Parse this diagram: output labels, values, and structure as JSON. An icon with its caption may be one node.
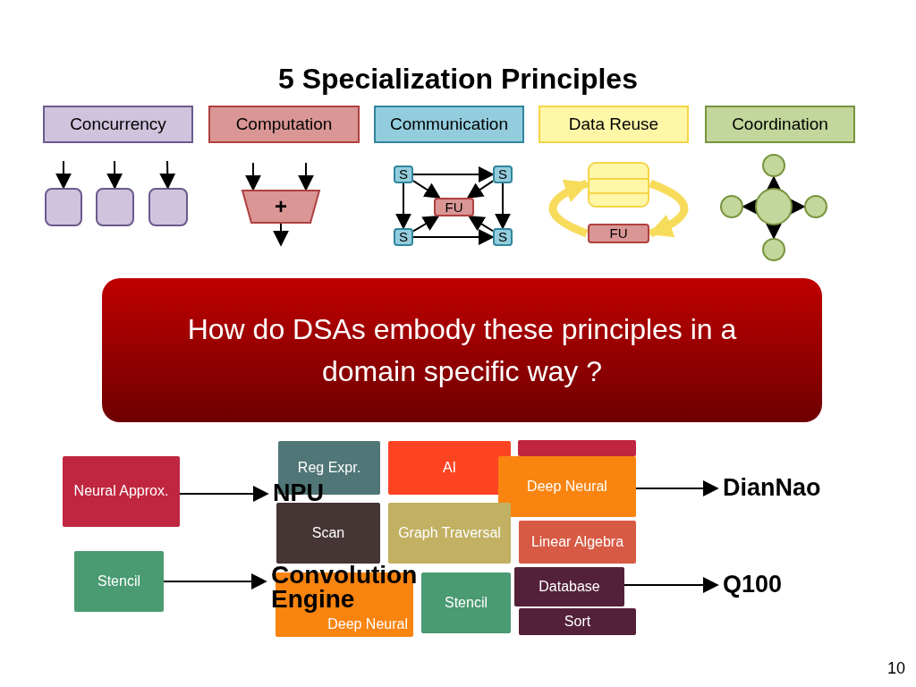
{
  "diagram": {
    "title": "5 Specialization Principles",
    "nodes": [
      {
        "text": [
          "Concurrency"
        ]
      },
      {
        "text": [
          "Computation"
        ]
      },
      {
        "text": [
          "Communication"
        ]
      },
      {
        "text": [
          "Data Reuse"
        ]
      },
      {
        "text": [
          "Coordination"
        ]
      },
      {
        "text": [],
        "shape": "box"
      },
      {
        "text": [],
        "shape": "box"
      },
      {
        "text": [],
        "shape": "box"
      },
      {
        "text": [
          "+"
        ]
      },
      {
        "text": [
          "S"
        ]
      },
      {
        "text": [
          "S"
        ]
      },
      {
        "text": [
          "FU"
        ]
      },
      {
        "text": [
          "S"
        ]
      },
      {
        "text": [
          "S"
        ]
      },
      {
        "text": [],
        "shape": "box"
      },
      {
        "text": [
          "FU"
        ]
      },
      {
        "text": [],
        "shape": "circle"
      },
      {
        "text": [],
        "shape": "circle"
      },
      {
        "text": [],
        "shape": "circle"
      },
      {
        "text": [],
        "shape": "circle"
      },
      {
        "text": [],
        "shape": "circle"
      },
      {
        "text": [
          "How do DSAs embody these principles in a domain specific way ?"
        ]
      },
      {
        "text": [
          "Neural Approx."
        ]
      },
      {
        "text": [
          "Reg Expr."
        ]
      },
      {
        "text": [
          "AI"
        ]
      },
      {
        "text": [],
        "shape": "box"
      },
      {
        "text": [
          "Deep Neural"
        ]
      },
      {
        "text": [
          "NPU"
        ]
      },
      {
        "text": [
          "DianNao"
        ]
      },
      {
        "text": [
          "Scan"
        ]
      },
      {
        "text": [
          "Graph Traversal"
        ]
      },
      {
        "text": [
          "Linear Algebra"
        ]
      },
      {
        "text": [
          "Stencil"
        ]
      },
      {
        "text": [
          "Convolution Engine"
        ]
      },
      {
        "text": [
          "Deep Neural"
        ]
      },
      {
        "text": [
          "Stencil"
        ]
      },
      {
        "text": [
          "Database"
        ]
      },
      {
        "text": [
          "Sort"
        ]
      },
      {
        "text": [
          "Q100"
        ]
      }
    ],
    "edges": [
      {
        "from": null,
        "to": 5,
        "arrow": "to"
      },
      {
        "from": null,
        "to": 6,
        "arrow": "to"
      },
      {
        "from": null,
        "to": 7,
        "arrow": "to"
      },
      {
        "from": null,
        "to": 8,
        "arrow": "to"
      },
      {
        "from": null,
        "to": 8,
        "arrow": "to"
      },
      {
        "from": 8,
        "to": null,
        "arrow": "to"
      },
      {
        "from": 9,
        "to": 10,
        "arrow": "to"
      },
      {
        "from": 9,
        "to": 11,
        "arrow": "to"
      },
      {
        "from": 9,
        "to": 12,
        "arrow": "to"
      },
      {
        "from": 12,
        "to": 11,
        "arrow": "to"
      },
      {
        "from": 12,
        "to": 13,
        "arrow": "to"
      },
      {
        "from": 10,
        "to": 11,
        "arrow": "to"
      },
      {
        "from": 10,
        "to": 13,
        "arrow": "to"
      },
      {
        "from": 13,
        "to": 11,
        "arrow": "to"
      },
      {
        "from": 15,
        "to": 14,
        "arrow": "to",
        "style": "thick",
        "color": "#f7dc5c"
      },
      {
        "from": 14,
        "to": 15,
        "arrow": "to",
        "style": "thick",
        "color": "#f7dc5c"
      },
      {
        "from": 18,
        "to": 16,
        "arrow": "to"
      },
      {
        "from": 18,
        "to": 17,
        "arrow": "to"
      },
      {
        "from": 18,
        "to": 19,
        "arrow": "to"
      },
      {
        "from": 18,
        "to": 20,
        "arrow": "to"
      },
      {
        "from": 22,
        "to": 27,
        "arrow": "to"
      },
      {
        "from": 26,
        "to": 28,
        "arrow": "to"
      },
      {
        "from": 32,
        "to": 33,
        "arrow": "to"
      },
      {
        "from": 36,
        "to": 38,
        "arrow": "to"
      }
    ],
    "labels": [
      "10"
    ]
  }
}
